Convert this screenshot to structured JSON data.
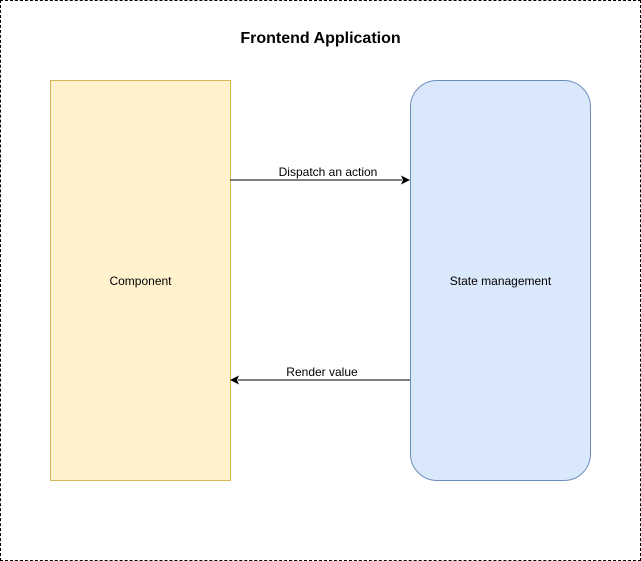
{
  "diagram": {
    "title": "Frontend Application",
    "nodes": {
      "component": {
        "label": "Component",
        "fill": "#fff2cc",
        "stroke": "#d6b656"
      },
      "state_management": {
        "label": "State management",
        "fill": "#dae8fc",
        "stroke": "#6c8ebf"
      }
    },
    "edges": {
      "dispatch": {
        "label": "Dispatch an action",
        "from": "Component",
        "to": "State management"
      },
      "render": {
        "label": "Render value",
        "from": "State management",
        "to": "Component"
      }
    }
  }
}
